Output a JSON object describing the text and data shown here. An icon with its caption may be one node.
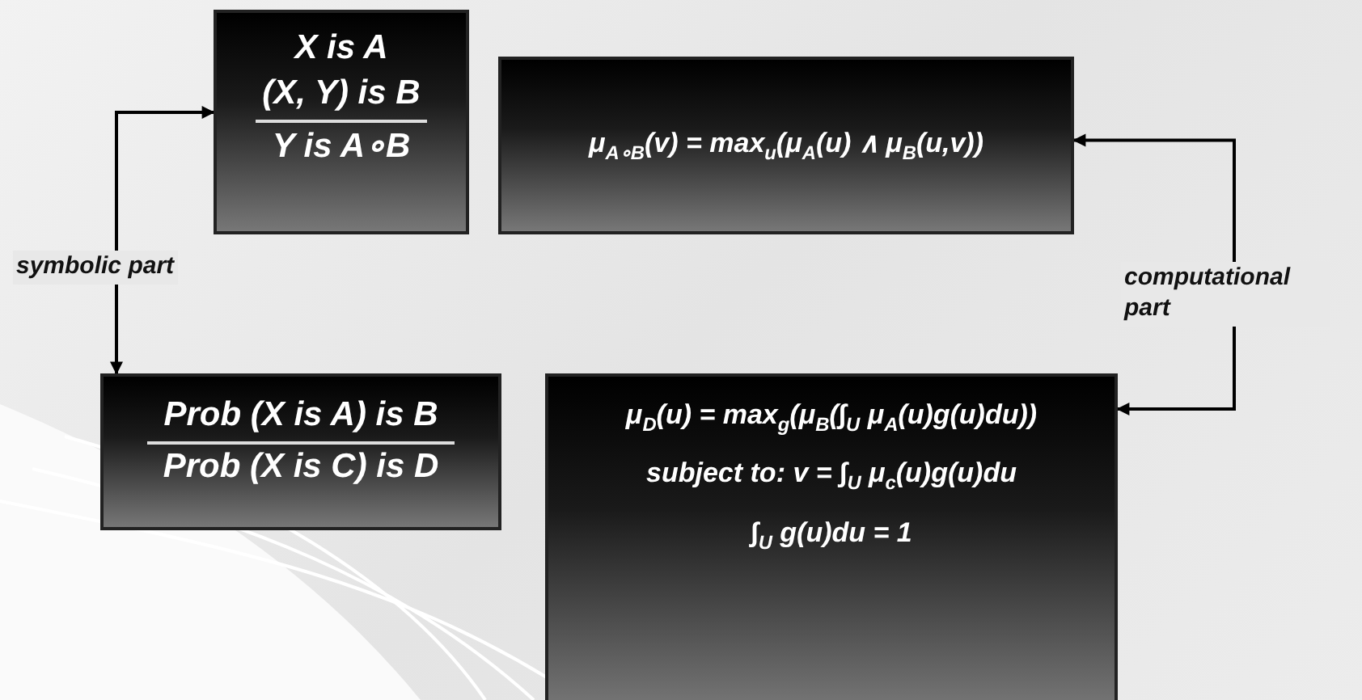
{
  "diagram": {
    "nodes": [
      {
        "text": [
          "X is A",
          "(X, Y) is B",
          "Y is A∘B"
        ]
      },
      {
        "text": [
          "μ$_{A∘B}$(v) = max$_{u}$(μ$_{A}$(u) ∧ μ$_{B}$(u,v))"
        ]
      },
      {
        "text": [
          "Prob (X is A) is B",
          "Prob (X is C) is D"
        ]
      },
      {
        "text": [
          "μ$_{D}$(u) = max$_{g}$(μ$_{B}$(∫$_{U}$ μ$_{A}$(u)g(u)du))",
          "subject to: v = ∫$_{U}$ μ$_{c}$(u)g(u)du",
          "∫$_{U}$ g(u)du = 1"
        ]
      }
    ],
    "edges": [
      {
        "from": 0,
        "to": 2,
        "arrow": "both",
        "label": "symbolic part"
      },
      {
        "from": 1,
        "to": 3,
        "arrow": "both",
        "label": "computational part"
      }
    ]
  }
}
